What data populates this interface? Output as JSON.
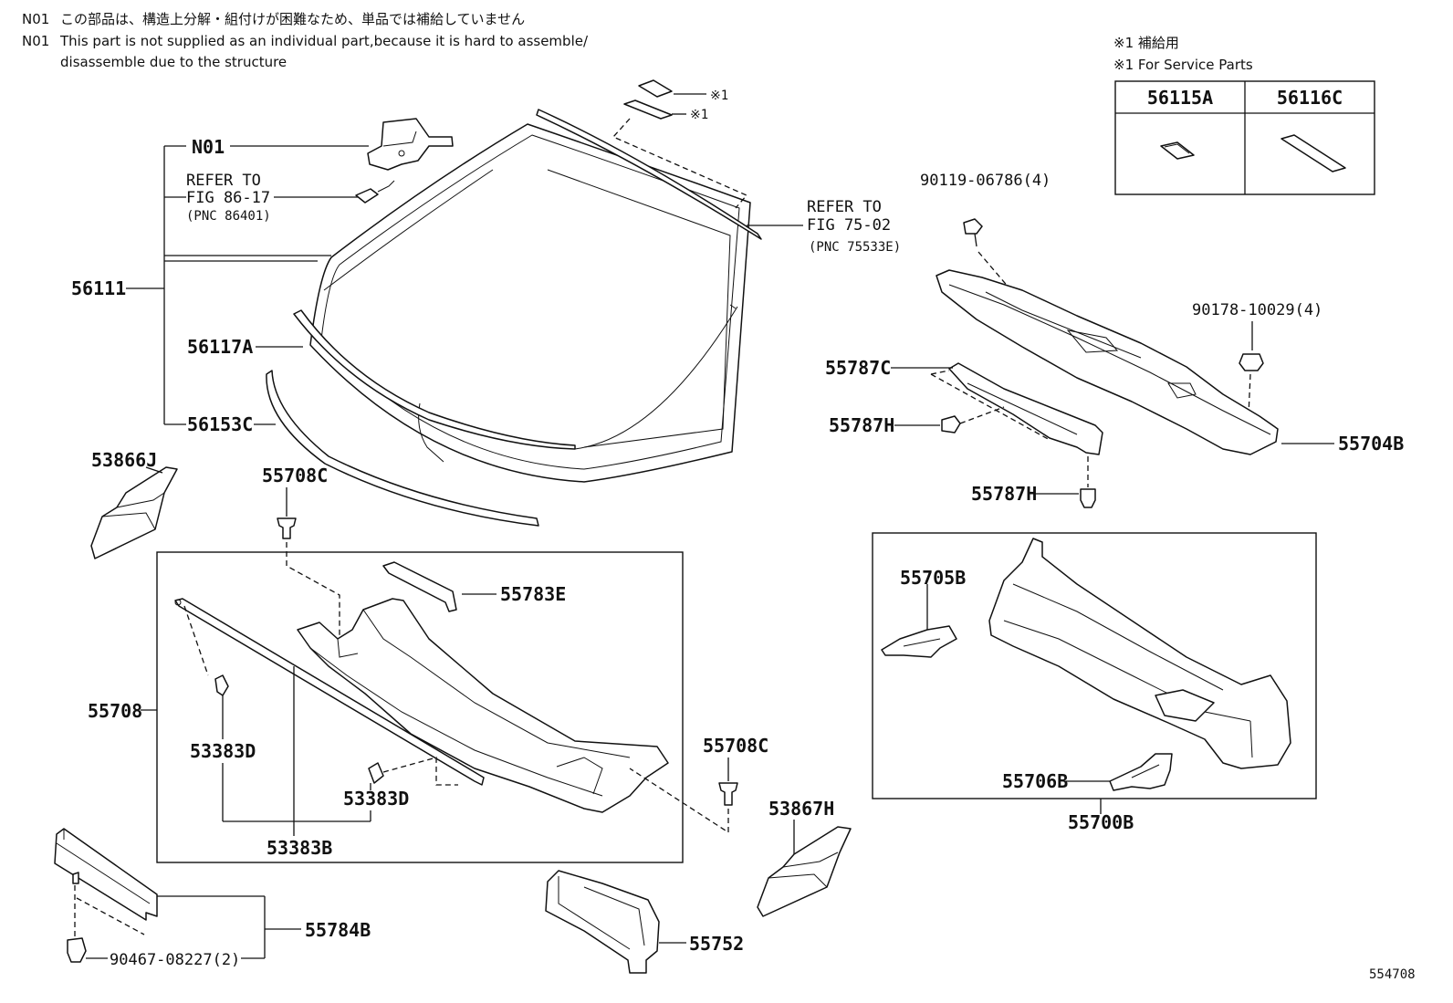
{
  "notes": {
    "n01_jp_code": "N01",
    "n01_jp_text": "この部品は、構造上分解・組付けが困難なため、単品では補給していません",
    "n01_en_code": "N01",
    "n01_en_line1": "This part is not supplied as an individual part,because it is hard to assemble/",
    "n01_en_line2": "disassemble due to the structure"
  },
  "service_parts": {
    "title_jp": "※1 補給用",
    "title_en": "※1 For Service Parts",
    "col1": "56115A",
    "col2": "56116C"
  },
  "marks": {
    "m1a": "※1",
    "m1b": "※1"
  },
  "refs": {
    "left_l1": "REFER TO",
    "left_l2": "FIG 86-17",
    "left_l3": "(PNC 86401)",
    "right_l1": "REFER TO",
    "right_l2": "FIG 75-02",
    "right_l3": "(PNC 75533E)"
  },
  "labels": {
    "n01": "N01",
    "p56111": "56111",
    "p56117A": "56117A",
    "p56153C": "56153C",
    "p53866J": "53866J",
    "p55708C_top": "55708C",
    "p55783E": "55783E",
    "p55708": "55708",
    "p53383D_a": "53383D",
    "p53383D_b": "53383D",
    "p53383B": "53383B",
    "p55708C_right": "55708C",
    "p53867H": "53867H",
    "p55784B": "55784B",
    "p90467": "90467-08227(2)",
    "p55752": "55752",
    "p90119": "90119-06786(4)",
    "p90178": "90178-10029(4)",
    "p55787C": "55787C",
    "p55787H_a": "55787H",
    "p55787H_b": "55787H",
    "p55704B": "55704B",
    "p55705B": "55705B",
    "p55706B": "55706B",
    "p55700B": "55700B"
  },
  "figure_id": "554708"
}
